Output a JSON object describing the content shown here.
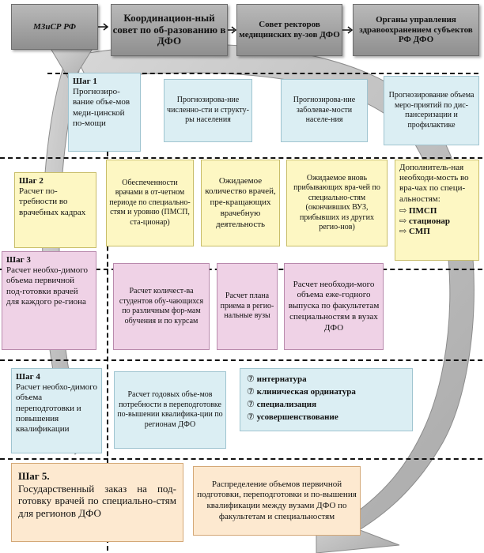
{
  "header": {
    "box1": "МЗиСР РФ",
    "box2": "Координацион-ный совет по об-разованию в ДФО",
    "box3": "Совет ректоров медицинских ву-зов ДФО",
    "box4": "Органы управления здравоохранением субъектов РФ ДФО"
  },
  "step1": {
    "title": "Шаг 1",
    "text": "Прогнозиро-вание объе-мов меди-цинской по-мощи",
    "cells": [
      "Прогнозирова-ние численно-сти и структу-ры населения",
      "Прогнозирова-ние заболевае-мости населе-ния",
      "Прогнозирование объема меро-приятий по дис-пансеризации и профилактике"
    ]
  },
  "step2": {
    "title": "Шаг 2",
    "text": "Расчет по-требности во врачебных кадрах",
    "cells": [
      "Обеспеченности врачами в от-четном периоде по специально-стям и уровню (ПМСП, ста-ционар)",
      "Ожидаемое количество врачей, пре-кращающих врачебную деятельность",
      "Ожидаемое вновь прибывающих вра-чей по специально-стям (окончивших ВУЗ, прибывших из других регио-нов)"
    ],
    "extra_text": "Дополнитель-ная необходи-мость во вра-чах по специ-альностям:",
    "extra_items": [
      "ПМСП",
      "стационар",
      "СМП"
    ]
  },
  "step3": {
    "title": "Шаг 3",
    "text": "Расчет необхо-димого объема первичной под-готовки врачей для каждого ре-гиона",
    "cells": [
      "Расчет количест-ва студентов обу-чающихся по различным фор-мам обучения и по курсам",
      "Расчет плана приема в регио-нальные вузы",
      "Расчет необходи-мого объема еже-годного выпуска по факультетам специальностям в вузах ДФО"
    ]
  },
  "step4": {
    "title": "Шаг 4",
    "text": "Расчет необхо-димого объема переподготовки и повышения квалификации",
    "cell": "Расчет годовых объе-мов потребности в переподготовке по-вышении квалифика-ции по регионам ДФО",
    "items": [
      "интернатура",
      "клиническая ординатура",
      "специализация",
      "усовершенствование"
    ]
  },
  "step5": {
    "title": "Шаг 5.",
    "text": "Государственный заказ на под-готовку врачей по специально-стям для регионов ДФО",
    "cell": "Распределение объемов первичной подготовки, переподготовки и по-вышения квалификации между вузами ДФО по факультетам и специальностям"
  },
  "colors": {
    "header_gray": "#a6a6a6",
    "blue": "#dbeef3",
    "yellow": "#fdf7c3",
    "pink": "#efd2e6",
    "cream": "#fde9d0",
    "cycle_arrow": "#b3b3b3"
  },
  "icons": {
    "bullet_ring": "circled-digit-icon",
    "bullet_arrow": "arrow-bullet-icon",
    "flow_arrow": "right-arrow-icon",
    "cycle": "cycle-arrow-icon"
  }
}
